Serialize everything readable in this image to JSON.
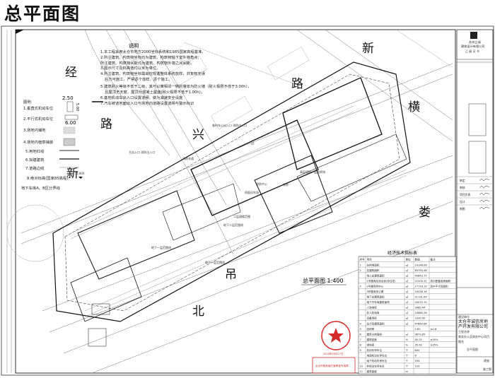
{
  "page_title": "总平面图",
  "road_labels": [
    "新",
    "经",
    "路",
    "横",
    "路",
    "兴",
    "新",
    "娄",
    "吊",
    "北"
  ],
  "notes": {
    "heading": "说明",
    "lines": [
      "1.本工程采用太仓市地方2000坐标系统和1985国家高程基准。",
      "2.所注建筑、构筑物坐标均为建筑、构筑物轴下室外墙角点;",
      "所注建筑、构筑物间距均为建筑、构筑物外墙之间间距。",
      "3.图示尺寸及标高值均以米为单位。",
      "4.所注建筑、构筑物坐标需由控规循整体系统放样，并复核无误",
      "后方可施工，严禁逐个放样，逐个施工。",
      "5.建筑耐火等级不低于二级，其与公寓相邻一侧的墙体为防火墙（耐火极限不低于3.00h），",
      "且屋顶无天窗，屋顶为混凝土屋面(耐火极限不低于1.00h)。",
      "6.基地机动车出入口设置道闸，做为减速安全设施",
      "7.汽车坡道地面出入口与场地内道路设置道闸与警示标识"
    ]
  },
  "legend": {
    "heading": "图例:",
    "items": [
      "1.垂直式机动车位",
      "2.平行式机动车位",
      "3.场地内铺地",
      "4.场地内植草铺装",
      "5.用地红线",
      "6.拟建建筑",
      "7.道路边线",
      "8.绝对标高(国家85高程)"
    ],
    "dim_a": "2.50",
    "dim_b": "5.00",
    "dim_c": "6.00",
    "elev": "3.800",
    "zone_note": "地下车库A、B区分界线"
  },
  "plan_labels": {
    "fire_lane": "消防车道",
    "entrance_west": "主出入口 消防出入口",
    "entrance_east": "临时车心出入口 消防出入口",
    "building_center": "四面回车场",
    "building_2f": "二层裙楼范围",
    "basement_2": "地下二层范围线",
    "basement_1": "地下一层范围线",
    "basement_1b": "地下一层范围线",
    "fire_room": "消防中心",
    "pump": "泵房",
    "tower_note": "高层塔楼一层退界线",
    "building_5f": "5F"
  },
  "scale_label": "总平面图 1:400",
  "tech_table": {
    "title": "经济技术指标表",
    "headers": [
      "序号",
      "项目",
      "单位",
      "数值",
      "备注"
    ],
    "rows": [
      [
        "1",
        "总用地面积",
        "㎡",
        "19146.06",
        ""
      ],
      [
        "2",
        "总建筑面积",
        "㎡",
        "69795.46",
        ""
      ],
      [
        "",
        "地上总建筑面积",
        "㎡",
        "49843.77",
        ""
      ],
      [
        "",
        "1号楼商业综合体(非住宅)",
        "㎡",
        "22200.37",
        "其中配套用房面积"
      ],
      [
        "3",
        "2号楼商务中心",
        "㎡",
        "17733.19",
        "其中不计容面积"
      ],
      [
        "",
        "3号楼商务公寓",
        "㎡",
        "10028.18",
        ""
      ],
      [
        "",
        "地下总建筑面积",
        "㎡",
        "21191.69",
        ""
      ],
      [
        "",
        "地下汽车库建筑面积",
        "㎡",
        "20070.70",
        ""
      ],
      [
        "",
        "人防地库",
        "㎡",
        "3985.44",
        ""
      ],
      [
        "",
        "非人防地库",
        "㎡",
        "10685.26",
        ""
      ],
      [
        "",
        "设备用房",
        "㎡",
        "1020.00",
        ""
      ],
      [
        "4",
        "总计容建筑面积",
        "㎡",
        "47864.64",
        ""
      ],
      [
        "5",
        "容积率",
        "",
        "2.60",
        "≤2.6"
      ],
      [
        "6",
        "建筑占地面积",
        "㎡",
        "9673.85",
        ""
      ],
      [
        "7",
        "建筑密度",
        "%",
        "45.32",
        "≤50%"
      ],
      [
        "8",
        "绿地率",
        "%",
        "35.00",
        "≥35%"
      ],
      [
        "9",
        "机动车停车位",
        "个",
        "600",
        ""
      ],
      [
        "",
        "地面机动车停车位",
        "个",
        "6",
        ""
      ],
      [
        "",
        "地下机动车停车位",
        "个",
        "594",
        ""
      ],
      [
        "10",
        "非机动车停车位",
        "个",
        "120",
        ""
      ],
      [
        "11",
        "建筑高度",
        "m",
        "",
        ""
      ]
    ]
  },
  "stamp": {
    "text": "太仓市规划局 方案审查章",
    "date": "2020年06月17日"
  },
  "approval_stamp": "太仓市规划局方案审查专用章",
  "title_block": {
    "company_line1": "苏州立诚",
    "company_line2": "建筑设计有限公司",
    "cert": "乙 级 证 书",
    "roles": [
      "审定",
      "审核",
      "项目负责",
      "设计",
      "制图"
    ],
    "client_label": "建设单位",
    "client": "太仓市诚信房地产开发有限公司",
    "project_label": "工程名称",
    "project": "商务办公及商务中心项目",
    "drawing_label": "图名",
    "drawing": "总平面图",
    "sheet": "建施",
    "stage": "施工图"
  },
  "colors": {
    "line": "#222222",
    "stamp_red": "#d42a2a",
    "bg": "#ffffff"
  }
}
